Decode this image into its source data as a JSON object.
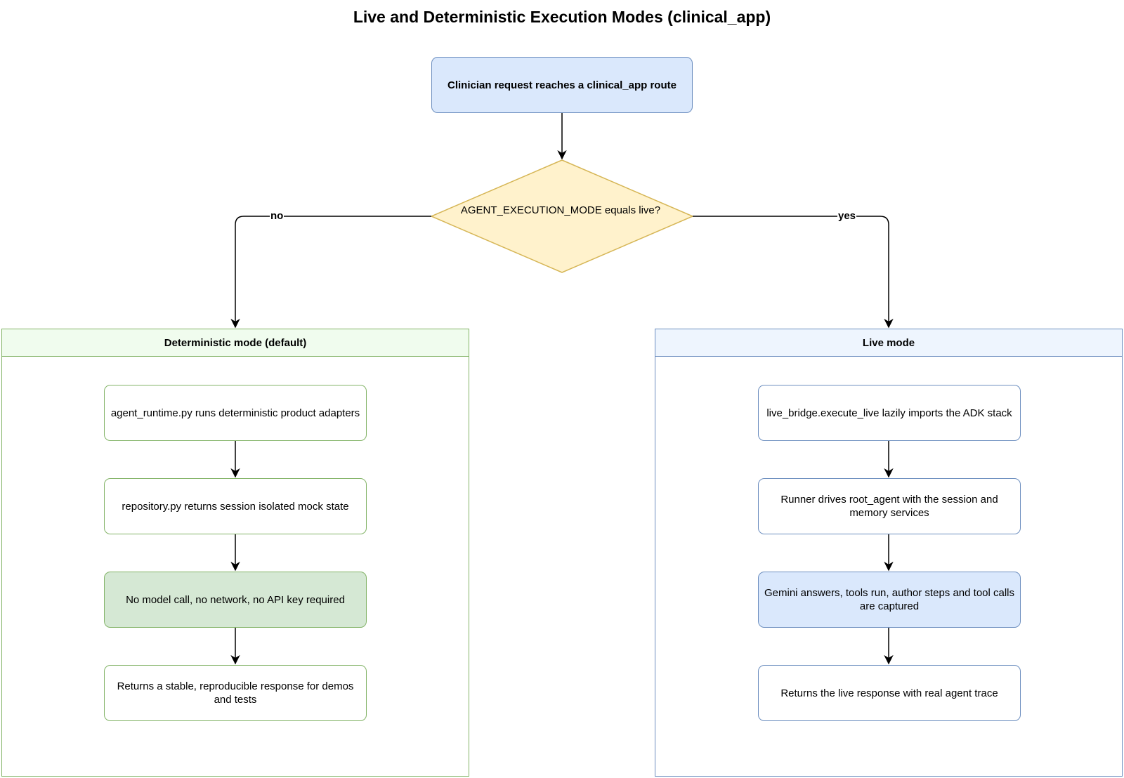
{
  "title": "Live and Deterministic Execution Modes (clinical_app)",
  "start": "Clinician request reaches a clinical_app route",
  "decision": "AGENT_EXECUTION_MODE equals live?",
  "edge_labels": {
    "no": "no",
    "yes": "yes"
  },
  "deterministic": {
    "header": "Deterministic mode (default)",
    "steps": [
      "agent_runtime.py runs deterministic product adapters",
      "repository.py returns session isolated mock state",
      "No model call, no network, no API key required",
      "Returns a stable, reproducible response for demos and tests"
    ]
  },
  "live": {
    "header": "Live mode",
    "steps": [
      "live_bridge.execute_live lazily imports the ADK stack",
      "Runner drives root_agent with the session and memory services",
      "Gemini answers, tools run, author steps and tool calls are captured",
      "Returns the live response with real agent trace"
    ]
  },
  "colors": {
    "start_fill": "#dae8fc",
    "decision_fill": "#fff2cc",
    "decision_stroke": "#d6b656",
    "green_stroke": "#82b366",
    "green_fill": "#d5e8d4",
    "blue_stroke": "#6c8ebf",
    "blue_fill": "#dae8fc"
  }
}
